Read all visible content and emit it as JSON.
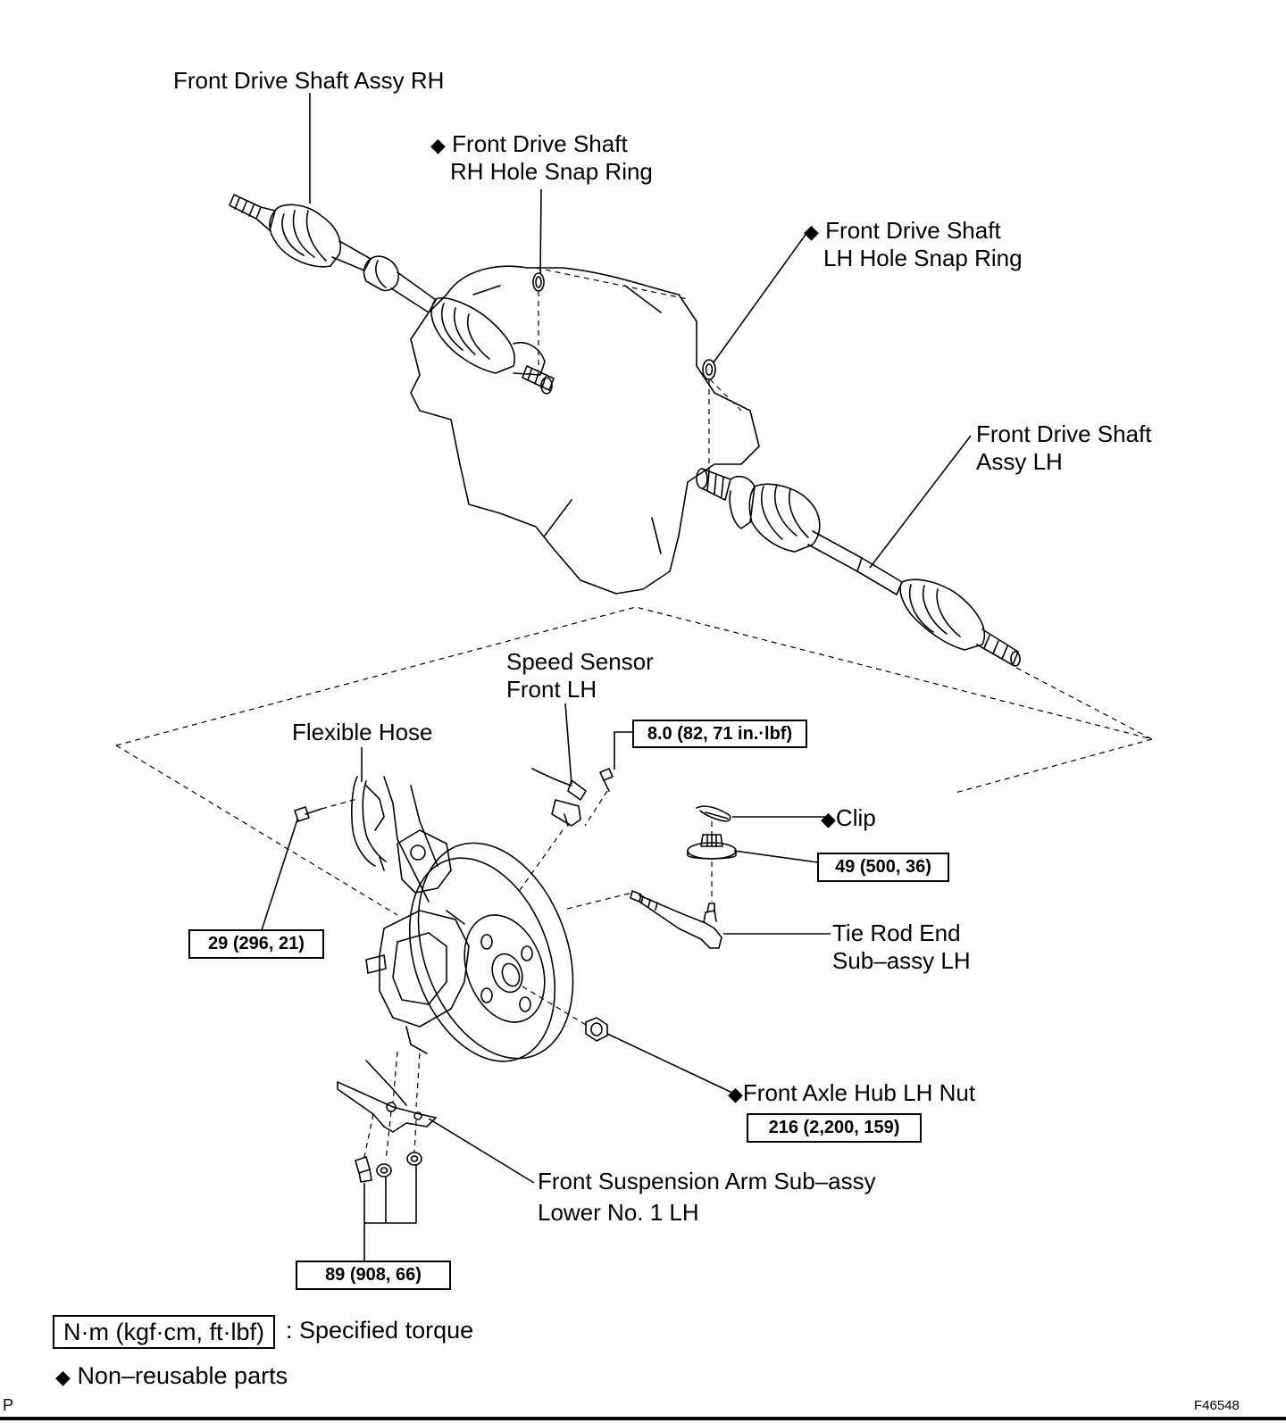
{
  "labels": {
    "shaft_rh": "Front Drive Shaft Assy RH",
    "snap_rh_1": "Front Drive Shaft",
    "snap_rh_2": "RH Hole Snap Ring",
    "snap_lh_1": "Front Drive Shaft",
    "snap_lh_2": "LH Hole Snap Ring",
    "shaft_lh_1": "Front Drive Shaft",
    "shaft_lh_2": "Assy LH",
    "speed_sensor_1": "Speed Sensor",
    "speed_sensor_2": "Front LH",
    "flexible_hose": "Flexible Hose",
    "clip": "Clip",
    "tie_rod_1": "Tie Rod End",
    "tie_rod_2": "Sub–assy LH",
    "hub_nut": "Front Axle Hub LH Nut",
    "susp_arm_1": "Front Suspension Arm Sub–assy",
    "susp_arm_2": "Lower No. 1 LH"
  },
  "torques": {
    "speed_sensor": "8.0 (82, 71 in.·lbf)",
    "tie_rod_nut": "49 (500, 36)",
    "flexible_hose_bolt": "29 (296, 21)",
    "hub_nut": "216 (2,200, 159)",
    "susp_arm": "89 (908, 66)"
  },
  "legend": {
    "torque_unit": "N·m (kgf·cm, ft·lbf)",
    "torque_desc": ": Specified torque",
    "nonreusable": "Non–reusable parts"
  },
  "symbols": {
    "nonreusable_marker": "◆"
  },
  "corner": {
    "left": "P",
    "figure_id": "F46548"
  }
}
